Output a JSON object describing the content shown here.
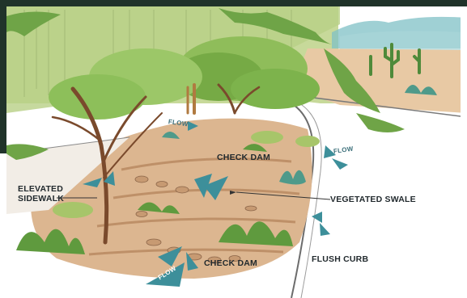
{
  "labels": {
    "check_dam_top": "CHECK DAM",
    "elevated_sidewalk_line1": "ELEVATED",
    "elevated_sidewalk_line2": "SIDEWALK",
    "vegetated_swale": "VEGETATED SWALE",
    "check_dam_bottom": "CHECK DAM",
    "flush_curb": "FLUSH CURB",
    "flow_top_right": "FLOW",
    "flow_upper": "FLOW",
    "flow_bottom": "FLOW"
  },
  "colors": {
    "frame_dark": "#20332a",
    "sky_green": "#b8cf86",
    "foliage": "#6fa447",
    "foliage_dark": "#3e7a2e",
    "soil": "#d9b48e",
    "soil_dark": "#b98a62",
    "trunk": "#7a4a2c",
    "arrow_teal": "#3d8f9a",
    "mountains": "#7fc0c6"
  }
}
